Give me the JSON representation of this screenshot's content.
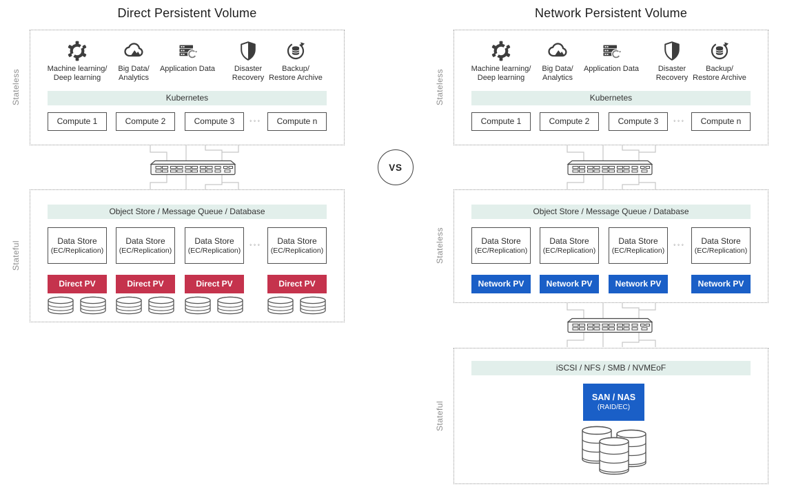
{
  "vs_badge": "VS",
  "colors": {
    "direct_pv_red": "#c5334d",
    "network_pv_blue": "#1a5fc7",
    "bar_mint": "#e2efeb",
    "icon_dark": "#3d3d3d",
    "connector_gray": "#c6c6c6"
  },
  "left": {
    "title": "Direct Persistent Volume",
    "labels": {
      "top": "Stateless",
      "bottom": "Stateful"
    },
    "pv_label": "Direct PV"
  },
  "right": {
    "title": "Network Persistent Volume",
    "labels": {
      "top": "Stateless",
      "middle": "Stateless",
      "bottom": "Stateful"
    },
    "pv_label": "Network PV",
    "protocol_bar": "iSCSI / NFS / SMB / NVMEoF",
    "san": {
      "line1": "SAN / NAS",
      "line2": "(RAID/EC)"
    }
  },
  "shared": {
    "kubernetes_bar": "Kubernetes",
    "storage_bar": "Object Store / Message Queue / Database",
    "ellipsis": "◦◦◦",
    "compute_nodes": [
      "Compute 1",
      "Compute 2",
      "Compute 3",
      "Compute n"
    ],
    "data_store": {
      "line1": "Data Store",
      "line2": "(EC/Replication)"
    },
    "workloads": [
      {
        "icon": "machine-learning-icon",
        "line1": "Machine learning/",
        "line2": "Deep learning"
      },
      {
        "icon": "big-data-icon",
        "line1": "Big Data/",
        "line2": "Analytics"
      },
      {
        "icon": "application-data-icon",
        "line1": "Application Data",
        "line2": ""
      },
      {
        "icon": "disaster-recovery-icon",
        "line1": "Disaster",
        "line2": "Recovery"
      },
      {
        "icon": "backup-restore-icon",
        "line1": "Backup/",
        "line2": "Restore Archive"
      }
    ]
  }
}
